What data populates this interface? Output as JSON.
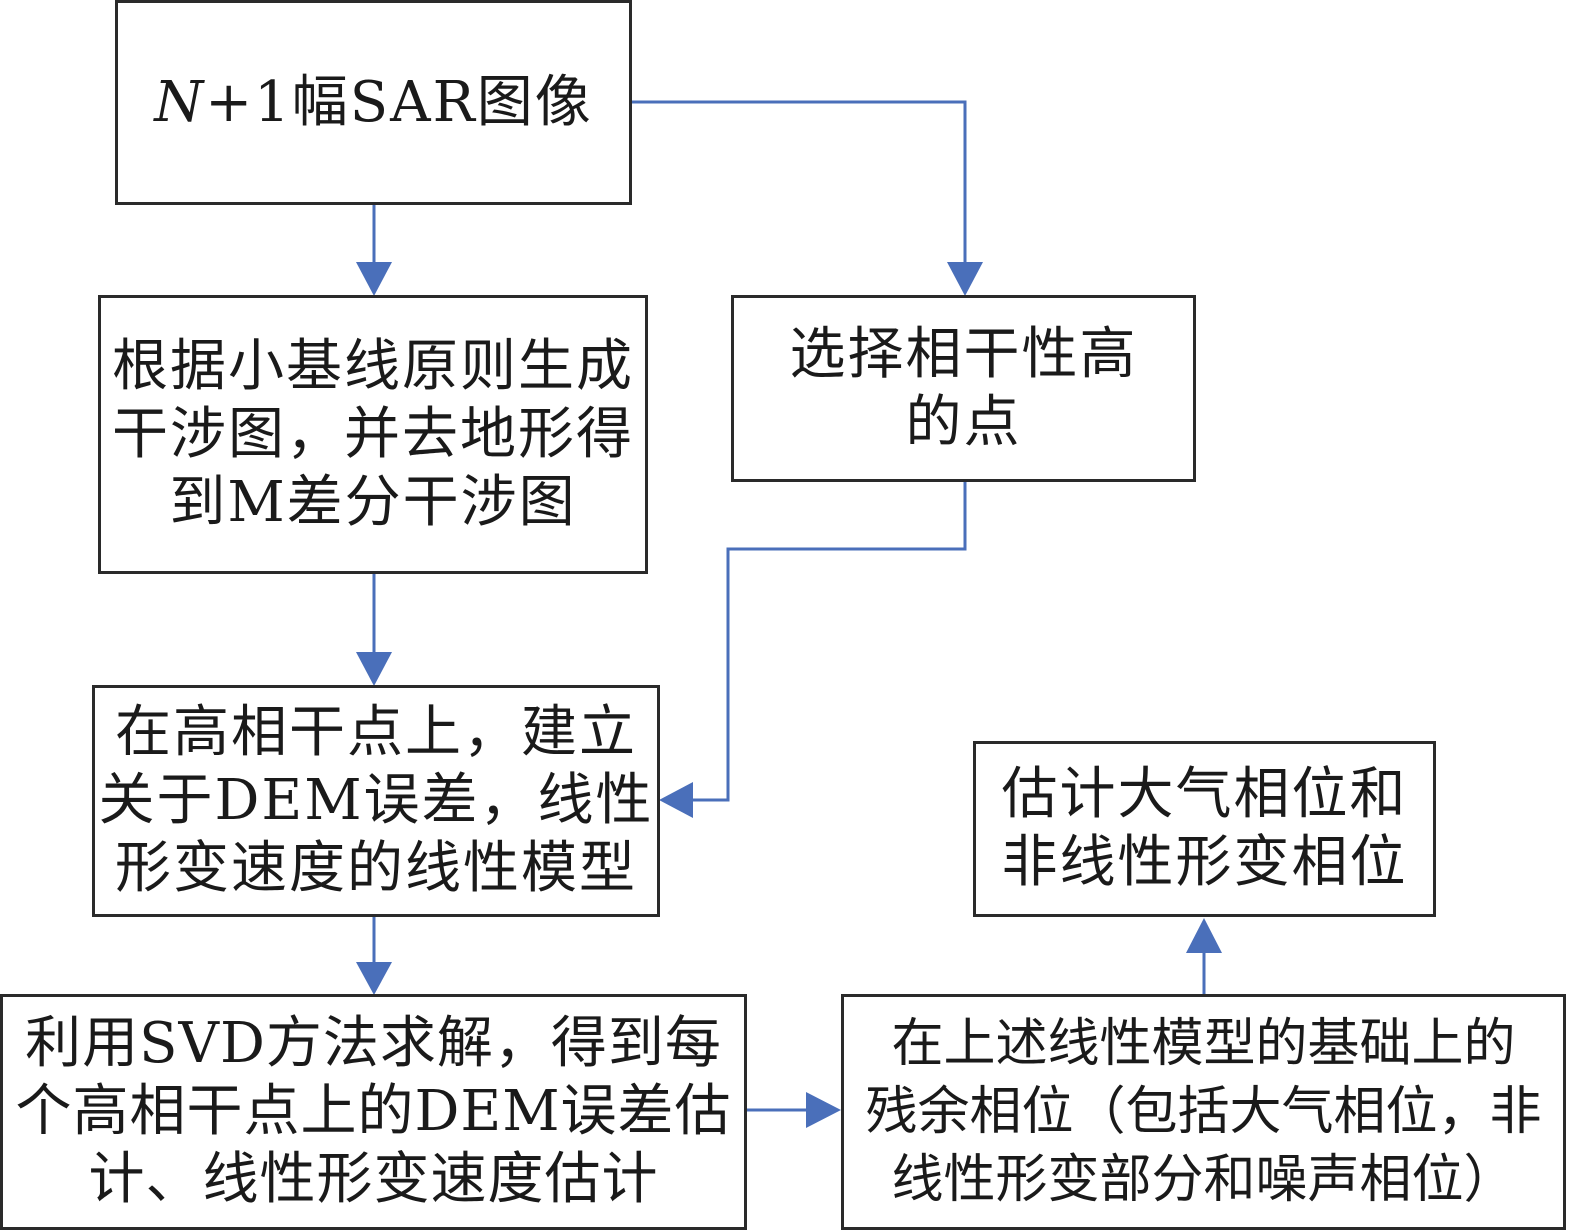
{
  "nodes": {
    "sar_images": {
      "var": "N",
      "rest": "+1幅SAR图像"
    },
    "generate_interferograms": {
      "lines": [
        "根据小基线原则生成",
        "干涉图，并去地形得",
        "到M差分干涉图"
      ]
    },
    "select_points": {
      "lines": [
        "选择相干性高",
        "的点"
      ]
    },
    "build_model": {
      "lines": [
        "在高相干点上，建立",
        "关于DEM误差，线性",
        "形变速度的线性模型"
      ]
    },
    "svd_solve": {
      "lines": [
        "利用SVD方法求解，得到每",
        "个高相干点上的DEM误差估",
        "计、线性形变速度估计"
      ]
    },
    "residual_phase": {
      "lines": [
        "在上述线性模型的基础上的",
        "残余相位（包括大气相位，非",
        "线性形变部分和噪声相位）"
      ]
    },
    "estimate_phase": {
      "lines": [
        "估计大气相位和",
        "非线性形变相位"
      ]
    }
  },
  "colors": {
    "arrow": "#4a6fba",
    "border": "#2a2a2a"
  }
}
